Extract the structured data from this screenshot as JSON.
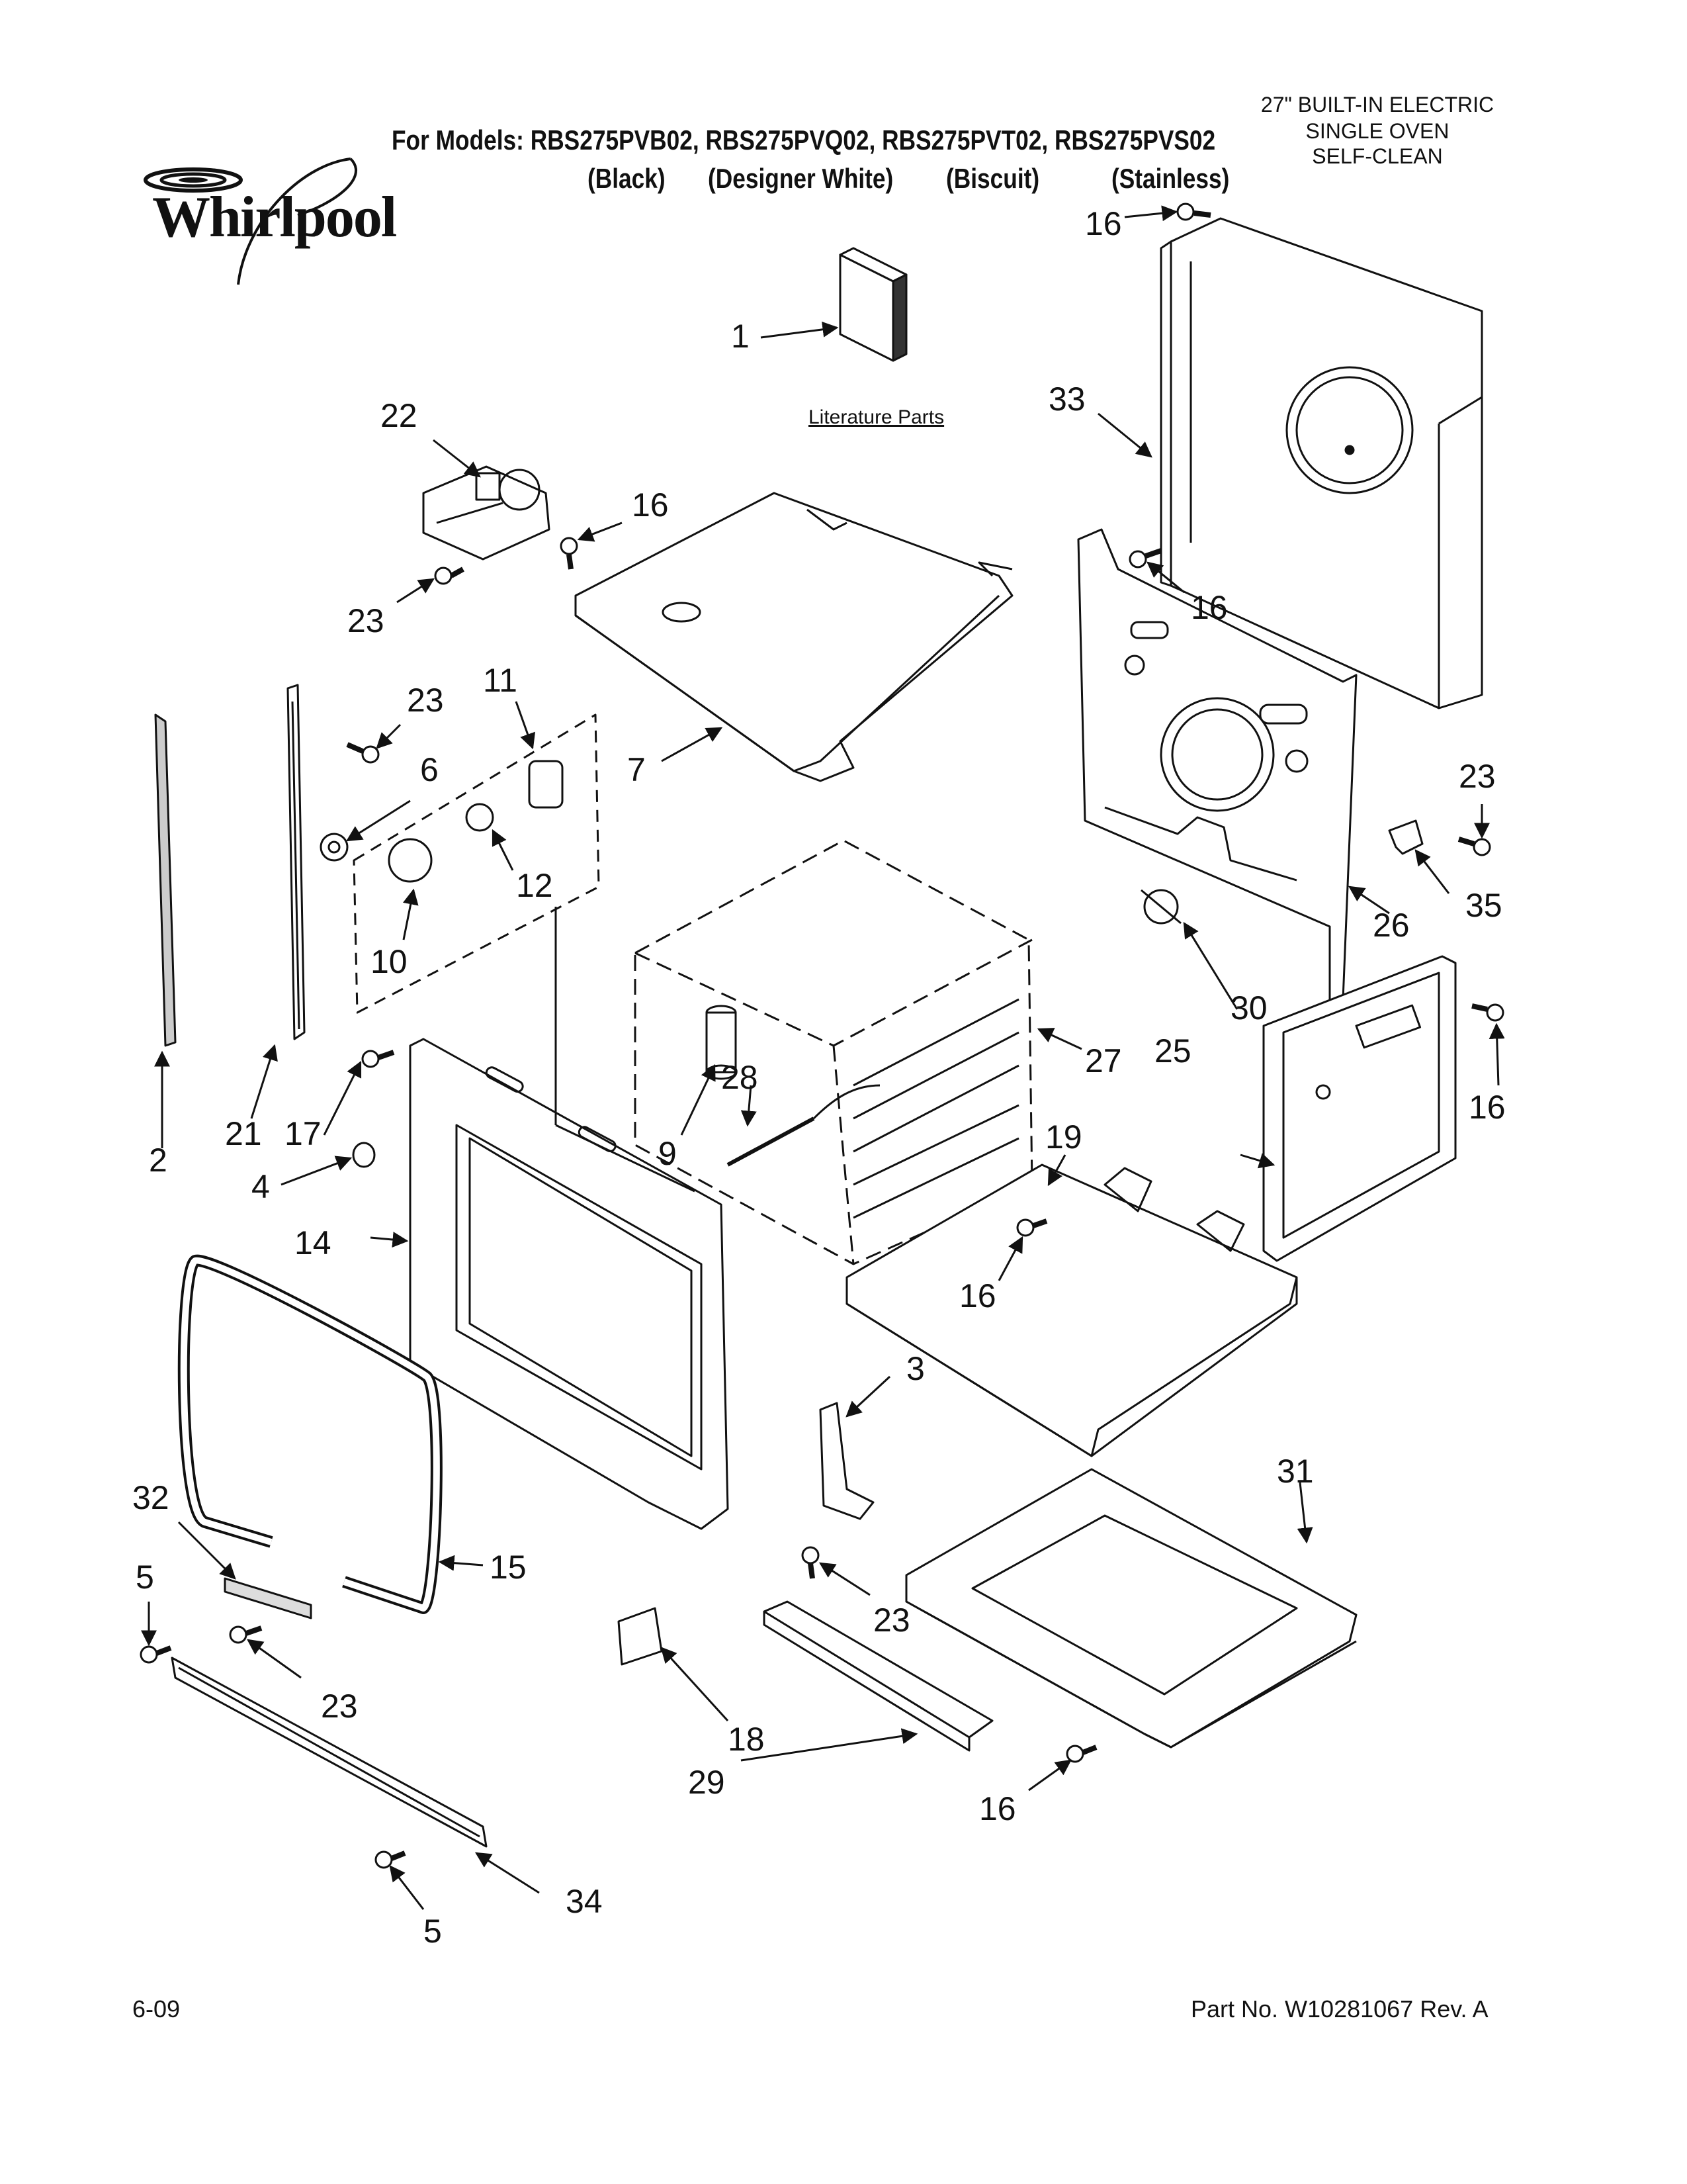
{
  "header": {
    "models_line": "For Models: RBS275PVB02, RBS275PVQ02, RBS275PVT02, RBS275PVS02",
    "finishes": [
      "(Black)",
      "(Designer White)",
      "(Biscuit)",
      "(Stainless)"
    ],
    "product_lines": [
      "27\" BUILT-IN ELECTRIC",
      "SINGLE OVEN",
      "SELF-CLEAN"
    ],
    "brand": "Whirlpool"
  },
  "diagram": {
    "literature_caption": "Literature Parts",
    "callouts": [
      "1",
      "2",
      "3",
      "4",
      "5",
      "5",
      "6",
      "7",
      "9",
      "10",
      "11",
      "12",
      "14",
      "15",
      "16",
      "16",
      "16",
      "16",
      "16",
      "16",
      "17",
      "18",
      "19",
      "21",
      "22",
      "23",
      "23",
      "23",
      "23",
      "23",
      "25",
      "26",
      "27",
      "28",
      "29",
      "30",
      "31",
      "32",
      "33",
      "34",
      "35"
    ]
  },
  "footer": {
    "date": "6-09",
    "part_no": "Part No. W10281067 Rev. A"
  }
}
